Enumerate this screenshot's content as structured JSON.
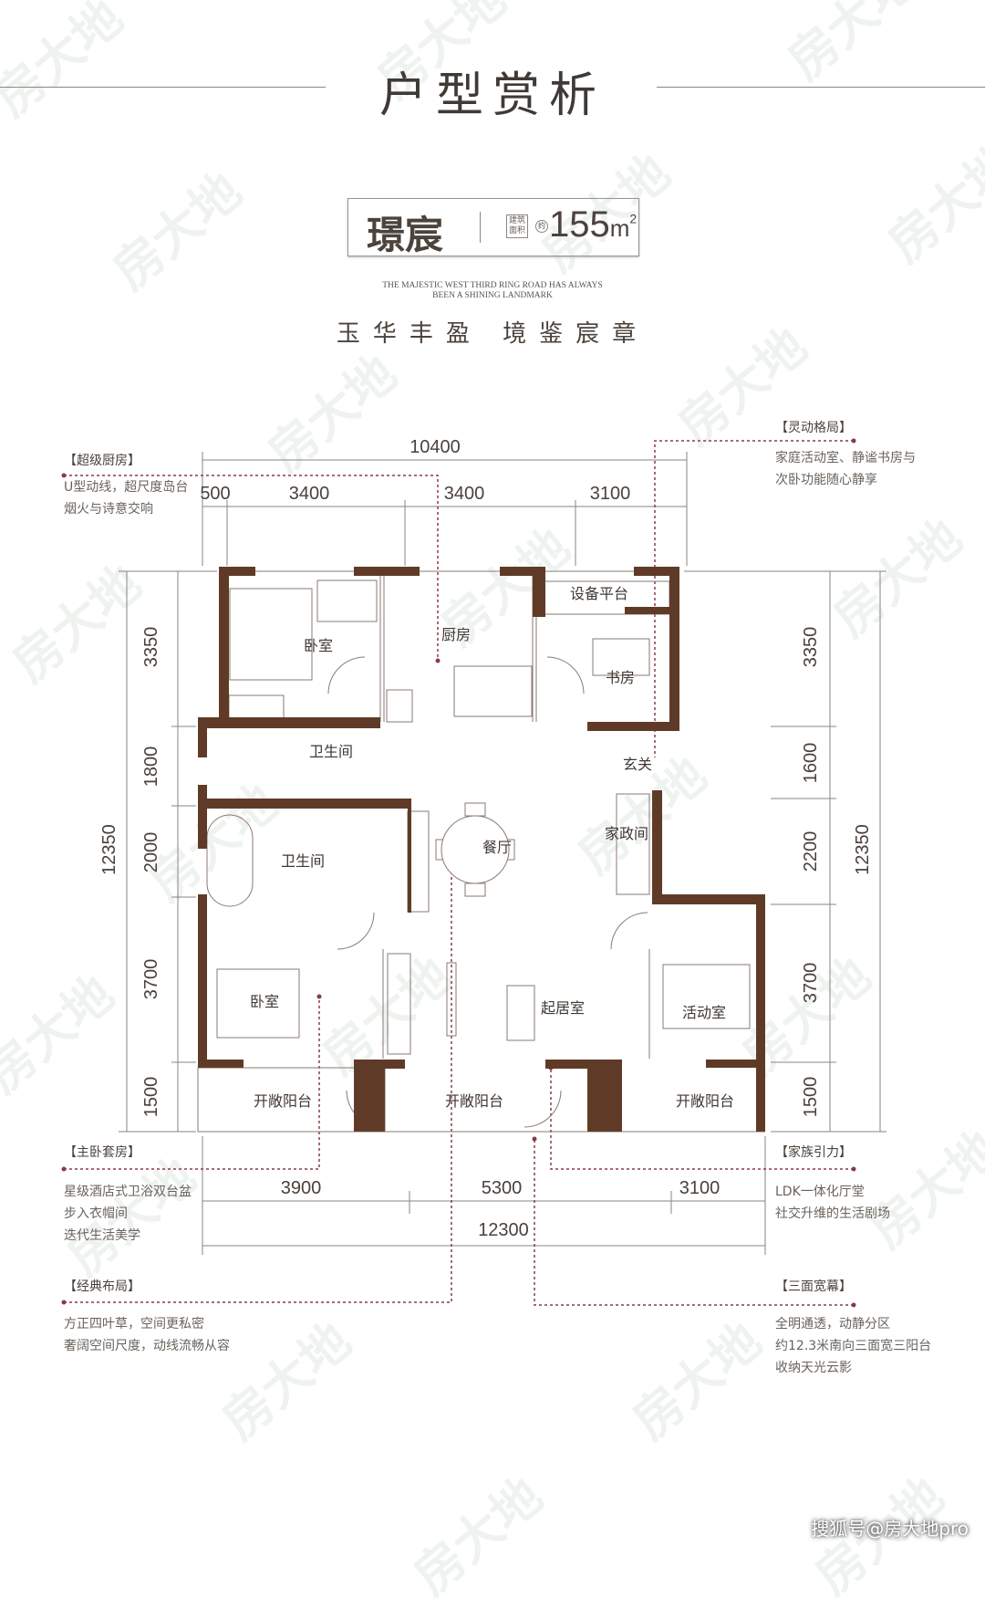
{
  "header": {
    "title": "户型赏析",
    "unit_name": "璟宸",
    "area_tag_line1": "建筑",
    "area_tag_line2": "面积",
    "area_approx": "约",
    "area_value": "155",
    "area_unit": "m",
    "area_unit_sup": "2",
    "english_line1": "THE MAJESTIC WEST THIRD RING ROAD HAS ALWAYS",
    "english_line2": "BEEN A SHINING LANDMARK",
    "slogan": "玉华丰盈 境鉴宸章"
  },
  "rooms": {
    "bedroom_1": "卧室",
    "kitchen": "厨房",
    "equipment_platform": "设备平台",
    "study": "书房",
    "bathroom_1": "卫生间",
    "entrance": "玄关",
    "dining": "餐厅",
    "utility": "家政间",
    "bathroom_2": "卫生间",
    "bedroom_2": "卧室",
    "living": "起居室",
    "activity": "活动室",
    "balcony_1": "开敞阳台",
    "balcony_2": "开敞阳台",
    "balcony_3": "开敞阳台"
  },
  "dimensions": {
    "top_total": "10400",
    "top": [
      "500",
      "3400",
      "3400",
      "3100"
    ],
    "left": [
      "3350",
      "1800",
      "2000",
      "3700",
      "1500"
    ],
    "left_total": "12350",
    "right": [
      "3350",
      "1600",
      "2200",
      "3700",
      "1500"
    ],
    "right_total": "12350",
    "bottom": [
      "3900",
      "5300",
      "3100"
    ],
    "bottom_total": "12300"
  },
  "annotations": [
    {
      "heading": "【超级厨房】",
      "lines": [
        "U型动线，超尺度岛台",
        "烟火与诗意交响"
      ]
    },
    {
      "heading": "【灵动格局】",
      "lines": [
        "家庭活动室、静谧书房与",
        "次卧功能随心静享"
      ]
    },
    {
      "heading": "【主卧套房】",
      "lines": [
        "星级酒店式卫浴双台盆",
        "步入衣帽间",
        "迭代生活美学"
      ]
    },
    {
      "heading": "【家族引力】",
      "lines": [
        "LDK一体化厅堂",
        "社交升维的生活剧场"
      ]
    },
    {
      "heading": "【经典布局】",
      "lines": [
        "方正四叶草，空间更私密",
        "奢阔空间尺度，动线流畅从容"
      ]
    },
    {
      "heading": "【三面宽幕】",
      "lines": [
        "全明通透，动静分区",
        "约12.3米南向三面宽三阳台",
        "收纳天光云影"
      ]
    }
  ],
  "watermark": "房大地",
  "footer": "搜狐号@房大地pro",
  "colors": {
    "wall": "#5f3b27",
    "annotation_line": "#8a3b45",
    "text": "#4a413b"
  }
}
